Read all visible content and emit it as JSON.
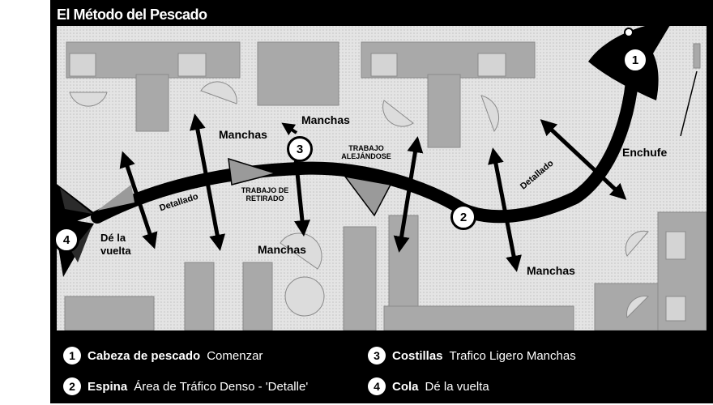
{
  "title": "El Método del Pescado",
  "labels": {
    "manchas": "Manchas",
    "detallado": "Detallado",
    "enchufe": "Enchufe",
    "trabajo_retiro": "TRABAJO DE RETIRADO",
    "trabajo_alejandose": "TRABAJO ALEJÁNDOSE",
    "de_la_vuelta": "Dé la vuelta"
  },
  "points": [
    "1",
    "2",
    "3",
    "4"
  ],
  "legend": [
    {
      "num": "1",
      "bold": "Cabeza de pescado",
      "text": "Comenzar"
    },
    {
      "num": "2",
      "bold": "Espina",
      "text": "Área de Tráfico Denso - 'Detalle'"
    },
    {
      "num": "3",
      "bold": "Costillas",
      "text": "Trafico Ligero Manchas"
    },
    {
      "num": "4",
      "bold": "Cola",
      "text": "Dé la vuelta"
    }
  ],
  "colors": {
    "background": "#000000",
    "floor": "#d9d9d9",
    "furniture": "#a8a8a8",
    "path": "#000000"
  }
}
